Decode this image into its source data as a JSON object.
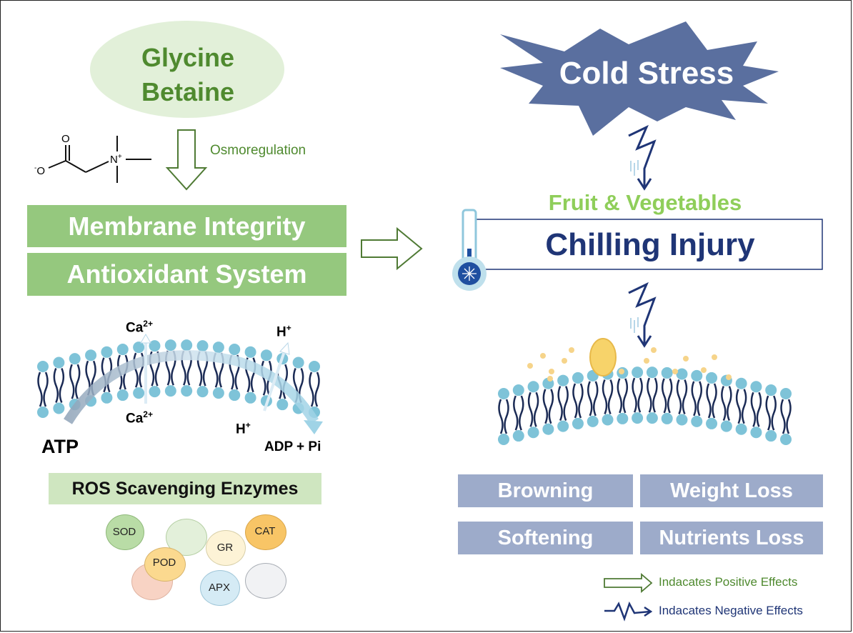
{
  "glycine_betaine": {
    "line1": "Glycine",
    "line2": "Betaine"
  },
  "osmoregulation": "Osmoregulation",
  "molecule": {
    "oxygen_top": "O",
    "oxygen_left": "-O",
    "nitrogen": "N+"
  },
  "membrane_integrity": "Membrane Integrity",
  "antioxidant_system": "Antioxidant System",
  "ions": {
    "ca_top": "Ca2+",
    "ca_bottom": "Ca2+",
    "h_top": "H+",
    "h_bottom": "H+"
  },
  "atp": "ATP",
  "adp_pi": "ADP + Pi",
  "ros_scavenging": "ROS Scavenging Enzymes",
  "enzymes": [
    "SOD",
    "POD",
    "GR",
    "CAT",
    "APX"
  ],
  "cold_stress": "Cold Stress",
  "fruit_vegetables": "Fruit & Vegetables",
  "chilling_injury": "Chilling Injury",
  "effects": [
    "Browning",
    "Weight Loss",
    "Softening",
    "Nutrients Loss"
  ],
  "legend": {
    "positive": "Indacates Positive Effects",
    "negative": "Indacates Negative Effects"
  },
  "colors": {
    "green_dark": "#4f8a2f",
    "green_box": "#95c87e",
    "green_light_text": "#8fce5a",
    "navy": "#2a3f78",
    "gray_box": "#9dabca",
    "star": "#5a6f9f",
    "lipid_head": "#7ec3d8"
  }
}
